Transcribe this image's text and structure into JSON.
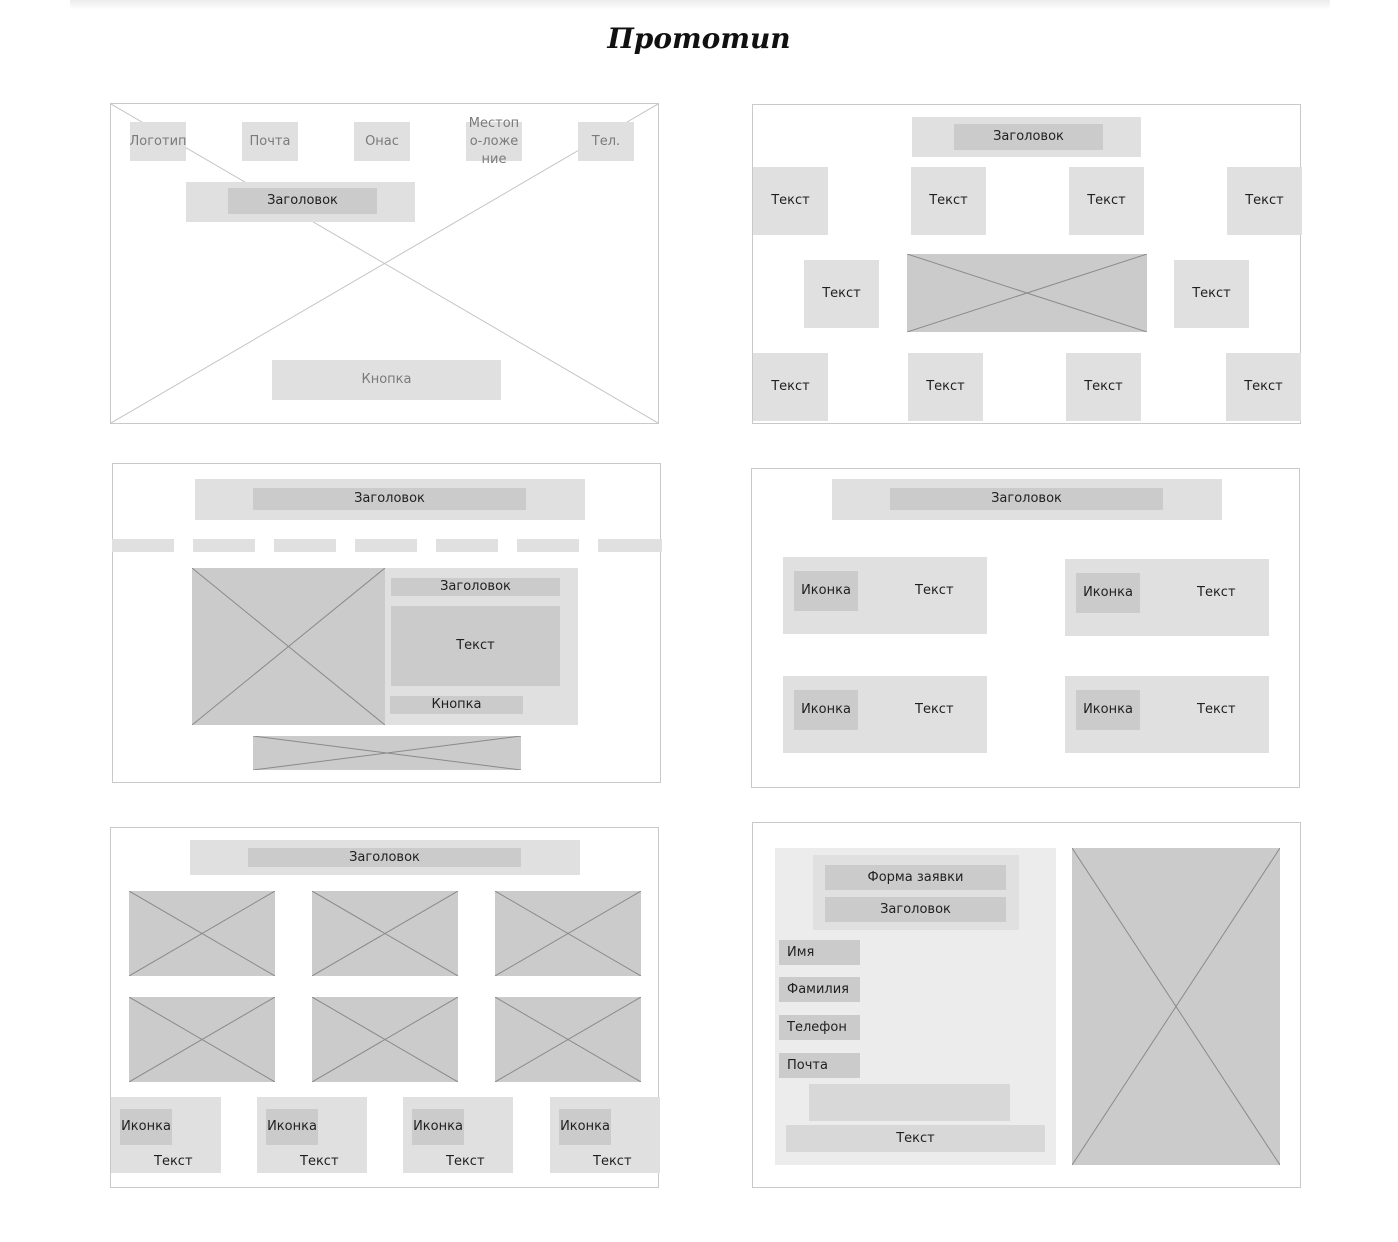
{
  "page_title": "Прототип",
  "hero": {
    "nav": [
      "Логотип",
      "Почта",
      "Онас",
      "Местопо-ложение",
      "Тел."
    ],
    "heading": "Заголовок",
    "button": "Кнопка"
  },
  "text_grid": {
    "heading": "Заголовок",
    "text": "Текст"
  },
  "product": {
    "heading": "Заголовок",
    "card_heading": "Заголовок",
    "card_text": "Текст",
    "card_button": "Кнопка"
  },
  "features": {
    "heading": "Заголовок",
    "items": [
      {
        "icon": "Иконка",
        "text": "Текст"
      },
      {
        "icon": "Иконка",
        "text": "Текст"
      },
      {
        "icon": "Иконка",
        "text": "Текст"
      },
      {
        "icon": "Иконка",
        "text": "Текст"
      }
    ]
  },
  "gallery": {
    "heading": "Заголовок",
    "items": [
      {
        "icon": "Иконка",
        "text": "Текст"
      },
      {
        "icon": "Иконка",
        "text": "Текст"
      },
      {
        "icon": "Иконка",
        "text": "Текст"
      },
      {
        "icon": "Иконка",
        "text": "Текст"
      }
    ]
  },
  "form": {
    "title": "Форма заявки",
    "heading": "Заголовок",
    "fields": [
      "Имя",
      "Фамилия",
      "Телефон",
      "Почта"
    ],
    "footer_text": "Текст"
  }
}
